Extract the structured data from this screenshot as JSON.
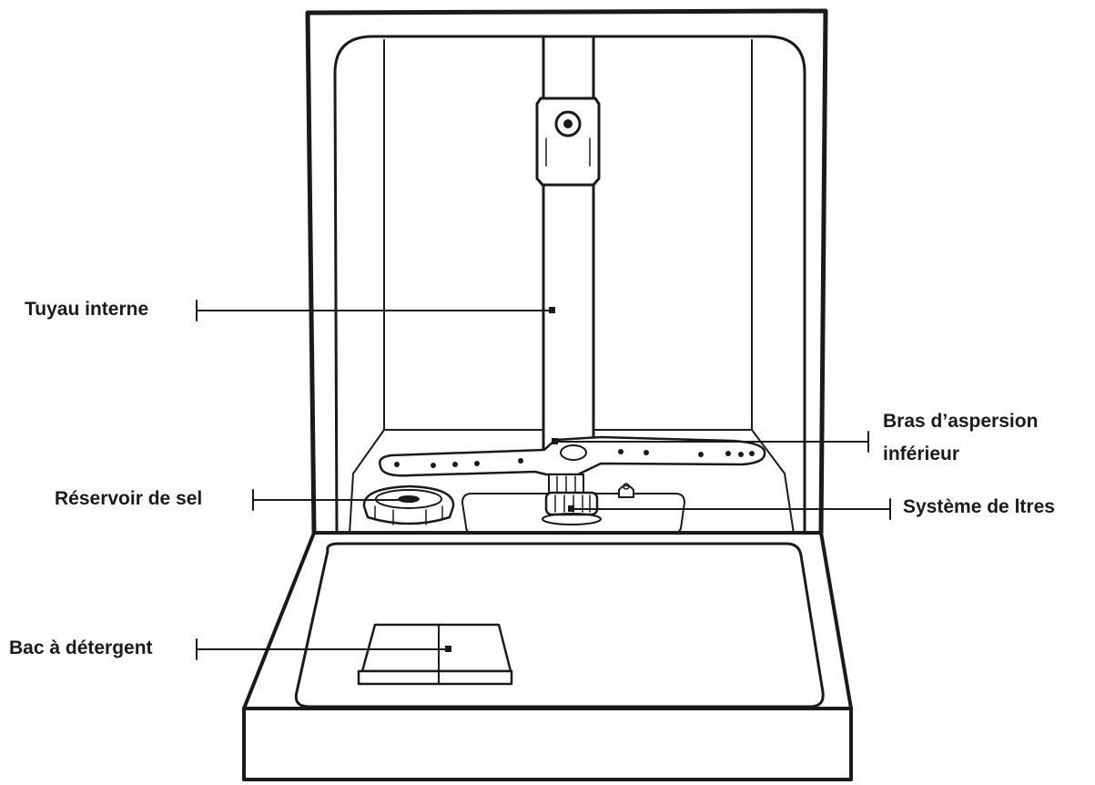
{
  "callouts": {
    "tuyau_interne": "Tuyau interne",
    "bras_aspersion_line1": "Bras d’aspersion",
    "bras_aspersion_line2": "inférieur",
    "reservoir_sel": "Réservoir de sel",
    "systeme_filtres": "Système de ltres",
    "bac_detergent": "Bac à détergent"
  },
  "colors": {
    "line": "#1a1a1a",
    "fill": "#ffffff"
  }
}
